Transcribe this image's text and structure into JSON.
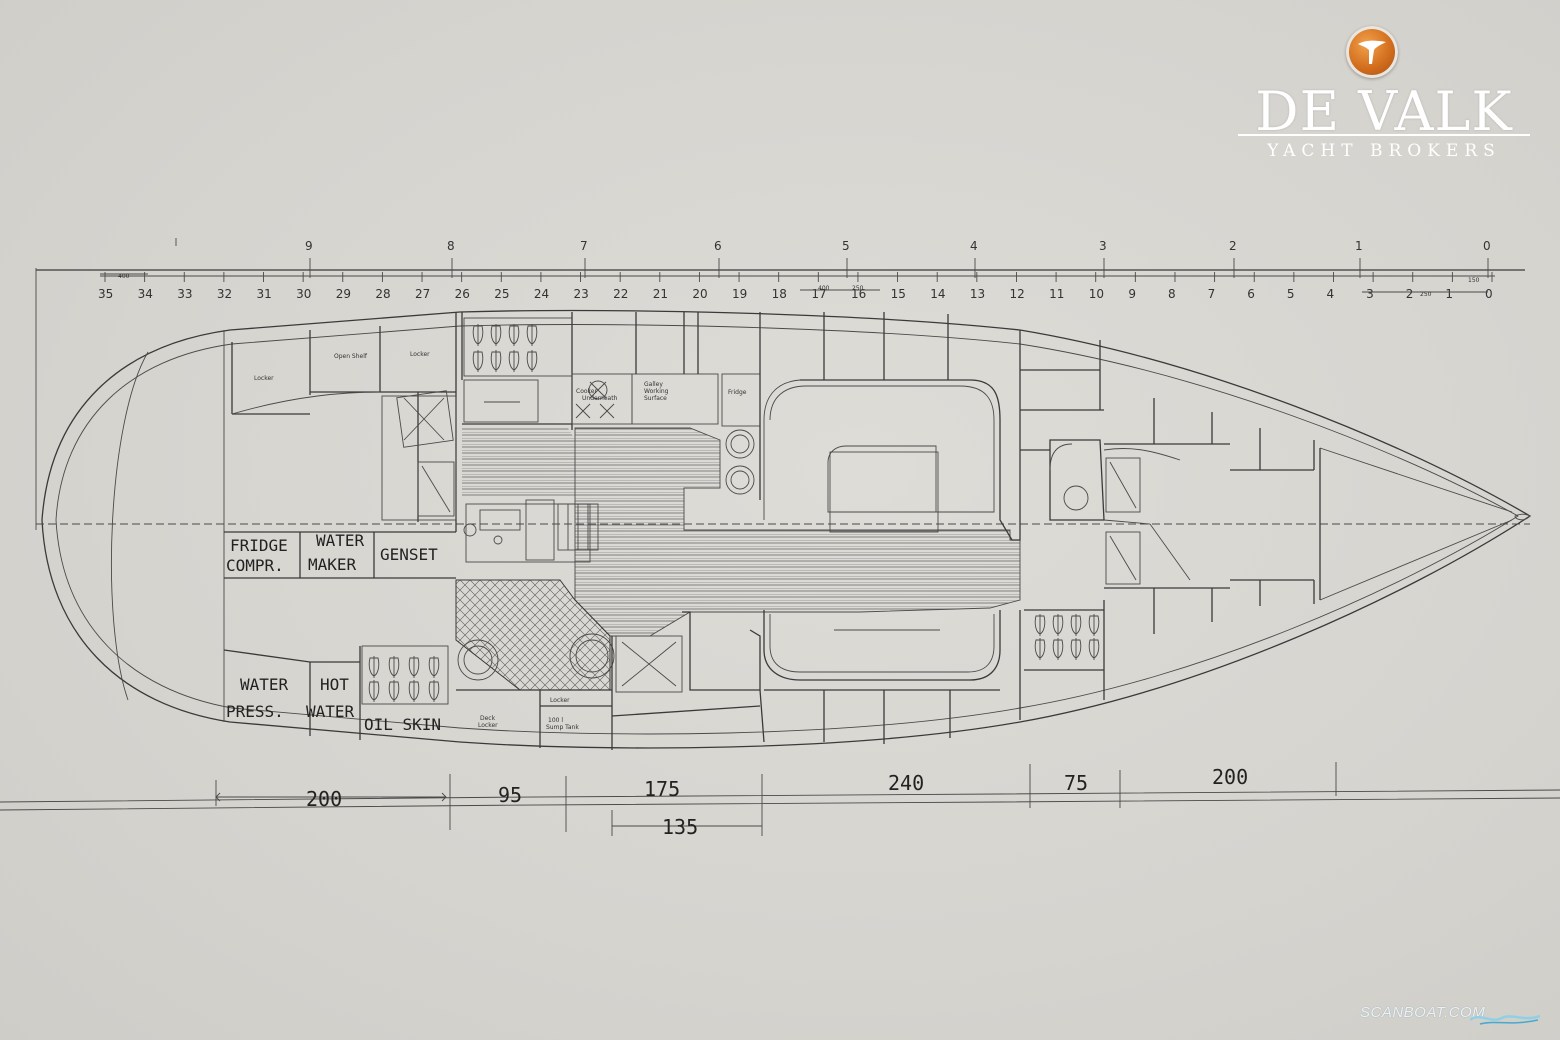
{
  "brand": {
    "name": "DE VALK",
    "tagline": "YACHT BROKERS",
    "accent": "#d06b1c"
  },
  "watermark": "SCANBOAT.COM",
  "top_scale": {
    "stations": [
      "9",
      "8",
      "7",
      "6",
      "5",
      "4",
      "3",
      "2",
      "1",
      "0"
    ],
    "frames": [
      "35",
      "34",
      "33",
      "32",
      "31",
      "30",
      "29",
      "28",
      "27",
      "26",
      "25",
      "24",
      "23",
      "22",
      "21",
      "20",
      "19",
      "18",
      "17",
      "16",
      "15",
      "14",
      "13",
      "12",
      "11",
      "10",
      "9",
      "8",
      "7",
      "6",
      "5",
      "4",
      "3",
      "2",
      "1",
      "0"
    ],
    "small_marks": [
      "400",
      "250",
      "400",
      "250",
      "250",
      "150"
    ]
  },
  "rooms": {
    "locker_aft": "Locker",
    "open_shelf": "Open Shelf",
    "locker_mid": "Locker",
    "cooker_oven": "Cooker\nUnderneath",
    "galley_surface": "Galley\nWorking\nSurface",
    "fridge": "Fridge",
    "deck_locker": "Deck\nLocker",
    "locker_small": "Locker",
    "sump_tank": "100 l\nSump Tank"
  },
  "handwritten": {
    "fridge_compr": [
      "FRIDGE",
      "COMPR."
    ],
    "water_maker": [
      "WATER",
      "MAKER"
    ],
    "genset": "GENSET",
    "water_press": [
      "WATER",
      "PRESS."
    ],
    "hot_water": [
      "HOT",
      "WATER"
    ],
    "oilskin": "OIL SKIN"
  },
  "dimensions": [
    "200",
    "95",
    "175",
    "135",
    "240",
    "75",
    "200"
  ]
}
